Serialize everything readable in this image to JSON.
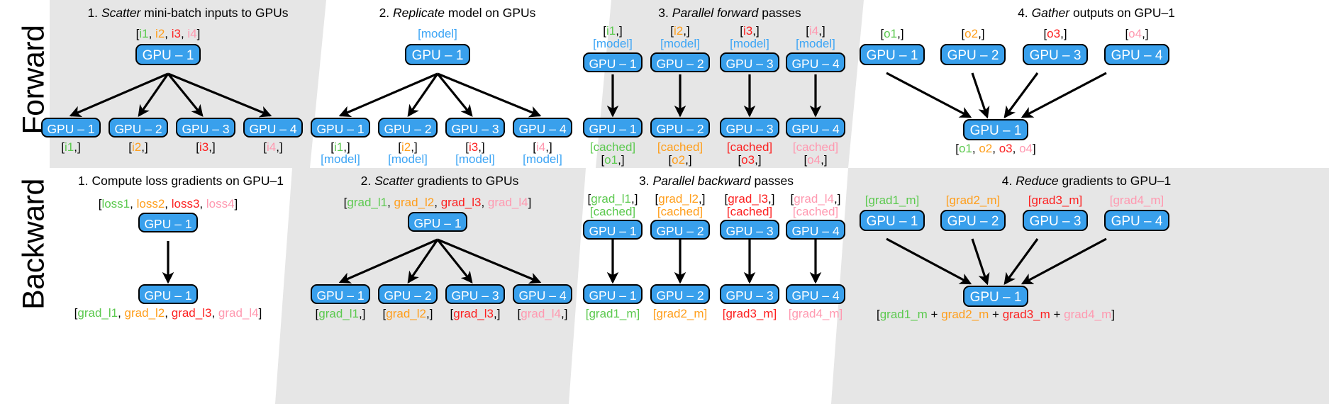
{
  "rows": {
    "forward_label": "Forward",
    "backward_label": "Backward"
  },
  "colors": {
    "green": "#5cc94f",
    "orange": "#ff9e1b",
    "red": "#fc2020",
    "pink": "#ff99b0",
    "model_blue": "#3da5f5",
    "gpu_box": "#39a0ec",
    "panel_shade": "#e6e6e6",
    "background": "#ffffff"
  },
  "forward": {
    "panel1": {
      "title_num": "1.",
      "title_em": "Scatter",
      "title_rest": "mini-batch inputs to GPUs",
      "top_label": "[i1, i2, i3, i4]",
      "top_parts": [
        "[",
        "i1",
        ", ",
        "i2",
        ", ",
        "i3",
        ", ",
        "i4",
        "]"
      ],
      "source_gpu": "GPU – 1",
      "targets": [
        {
          "gpu": "GPU – 1",
          "label": "[i1,]",
          "item": "i1"
        },
        {
          "gpu": "GPU – 2",
          "label": "[i2,]",
          "item": "i2"
        },
        {
          "gpu": "GPU – 3",
          "label": "[i3,]",
          "item": "i3"
        },
        {
          "gpu": "GPU – 4",
          "label": "[i4,]",
          "item": "i4"
        }
      ]
    },
    "panel2": {
      "title_num": "2.",
      "title_em": "Replicate",
      "title_rest": "model on GPUs",
      "top_label": "[model]",
      "source_gpu": "GPU – 1",
      "targets": [
        {
          "gpu": "GPU – 1",
          "label1": "[i1,]",
          "item": "i1",
          "label2": "[model]"
        },
        {
          "gpu": "GPU – 2",
          "label1": "[i2,]",
          "item": "i2",
          "label2": "[model]"
        },
        {
          "gpu": "GPU – 3",
          "label1": "[i3,]",
          "item": "i3",
          "label2": "[model]"
        },
        {
          "gpu": "GPU – 4",
          "label1": "[i4,]",
          "item": "i4",
          "label2": "[model]"
        }
      ]
    },
    "panel3": {
      "title_num": "3.",
      "title_em": "Parallel forward",
      "title_rest": "passes",
      "columns": [
        {
          "in1": "[i1,]",
          "item": "i1",
          "in2": "[model]",
          "gpu_top": "GPU – 1",
          "gpu_bottom": "GPU – 1",
          "out1": "[cached]",
          "out2": "[o1,]",
          "out2_item": "o1"
        },
        {
          "in1": "[i2,]",
          "item": "i2",
          "in2": "[model]",
          "gpu_top": "GPU – 2",
          "gpu_bottom": "GPU – 2",
          "out1": "[cached]",
          "out2": "[o2,]",
          "out2_item": "o2"
        },
        {
          "in1": "[i3,]",
          "item": "i3",
          "in2": "[model]",
          "gpu_top": "GPU – 3",
          "gpu_bottom": "GPU – 3",
          "out1": "[cached]",
          "out2": "[o3,]",
          "out2_item": "o3"
        },
        {
          "in1": "[i4,]",
          "item": "i4",
          "in2": "[model]",
          "gpu_top": "GPU – 4",
          "gpu_bottom": "GPU – 4",
          "out1": "[cached]",
          "out2": "[o4,]",
          "out2_item": "o4"
        }
      ]
    },
    "panel4": {
      "title_num": "4.",
      "title_em": "Gather",
      "title_rest": "outputs on GPU–1",
      "sources": [
        {
          "gpu": "GPU – 1",
          "label": "[o1,]",
          "item": "o1"
        },
        {
          "gpu": "GPU – 2",
          "label": "[o2,]",
          "item": "o2"
        },
        {
          "gpu": "GPU – 3",
          "label": "[o3,]",
          "item": "o3"
        },
        {
          "gpu": "GPU – 4",
          "label": "[o4,]",
          "item": "o4"
        }
      ],
      "target_gpu": "GPU – 1",
      "bottom_label": "[o1, o2, o3, o4]",
      "bottom_parts": [
        "[",
        "o1",
        ", ",
        "o2",
        ", ",
        "o3",
        ", ",
        "o4",
        "]"
      ]
    }
  },
  "backward": {
    "panel1": {
      "title_num": "1.",
      "title_em": "",
      "title_rest": "1. Compute loss gradients on GPU–1",
      "top_label": "[loss1, loss2, loss3, loss4]",
      "top_parts": [
        "[",
        "loss1",
        ", ",
        "loss2",
        ", ",
        "loss3",
        ", ",
        "loss4",
        "]"
      ],
      "source_gpu": "GPU – 1",
      "target_gpu": "GPU – 1",
      "bottom_label": "[grad_l1, grad_l2, grad_l3, grad_l4]",
      "bottom_parts": [
        "[",
        "grad_l1",
        ", ",
        "grad_l2",
        ", ",
        "grad_l3",
        ", ",
        "grad_l4",
        "]"
      ]
    },
    "panel2": {
      "title_num": "2.",
      "title_em": "Scatter",
      "title_rest": "gradients to GPUs",
      "top_label": "[grad_l1, grad_l2, grad_l3, grad_l4]",
      "top_parts": [
        "[",
        "grad_l1",
        ", ",
        "grad_l2",
        ", ",
        "grad_l3",
        ", ",
        "grad_l4",
        "]"
      ],
      "source_gpu": "GPU – 1",
      "targets": [
        {
          "gpu": "GPU – 1",
          "label": "[grad_l1,]",
          "item": "grad_l1"
        },
        {
          "gpu": "GPU – 2",
          "label": "[grad_l2,]",
          "item": "grad_l2"
        },
        {
          "gpu": "GPU – 3",
          "label": "[grad_l3,]",
          "item": "grad_l3"
        },
        {
          "gpu": "GPU – 4",
          "label": "[grad_l4,]",
          "item": "grad_l4"
        }
      ]
    },
    "panel3": {
      "title_num": "3.",
      "title_em": "Parallel backward",
      "title_rest": "passes",
      "columns": [
        {
          "in1": "[grad_l1,]",
          "item": "grad_l1",
          "in2": "[cached]",
          "gpu_top": "GPU – 1",
          "gpu_bottom": "GPU – 1",
          "out": "[grad1_m]",
          "out_item": "grad1_m"
        },
        {
          "in1": "[grad_l2,]",
          "item": "grad_l2",
          "in2": "[cached]",
          "gpu_top": "GPU – 2",
          "gpu_bottom": "GPU – 2",
          "out": "[grad2_m]",
          "out_item": "grad2_m"
        },
        {
          "in1": "[grad_l3,]",
          "item": "grad_l3",
          "in2": "[cached]",
          "gpu_top": "GPU – 3",
          "gpu_bottom": "GPU – 3",
          "out": "[grad3_m]",
          "out_item": "grad3_m"
        },
        {
          "in1": "[grad_l4,]",
          "item": "grad_l4",
          "in2": "[cached]",
          "gpu_top": "GPU – 4",
          "gpu_bottom": "GPU – 4",
          "out": "[grad4_m]",
          "out_item": "grad4_m"
        }
      ]
    },
    "panel4": {
      "title_num": "4.",
      "title_em": "Reduce",
      "title_rest": "gradients to GPU–1",
      "sources": [
        {
          "gpu": "GPU – 1",
          "label": "[grad1_m]",
          "item": "grad1_m"
        },
        {
          "gpu": "GPU – 2",
          "label": "[grad2_m]",
          "item": "grad2_m"
        },
        {
          "gpu": "GPU – 3",
          "label": "[grad3_m]",
          "item": "grad3_m"
        },
        {
          "gpu": "GPU – 4",
          "label": "[grad4_m]",
          "item": "grad4_m"
        }
      ],
      "target_gpu": "GPU – 1",
      "bottom_label": "[grad1_m + grad2_m + grad3_m + grad4_m]",
      "bottom_parts": [
        "[",
        "grad1_m",
        " + ",
        "grad2_m",
        " + ",
        "grad3_m",
        " + ",
        "grad4_m",
        "]"
      ]
    }
  }
}
